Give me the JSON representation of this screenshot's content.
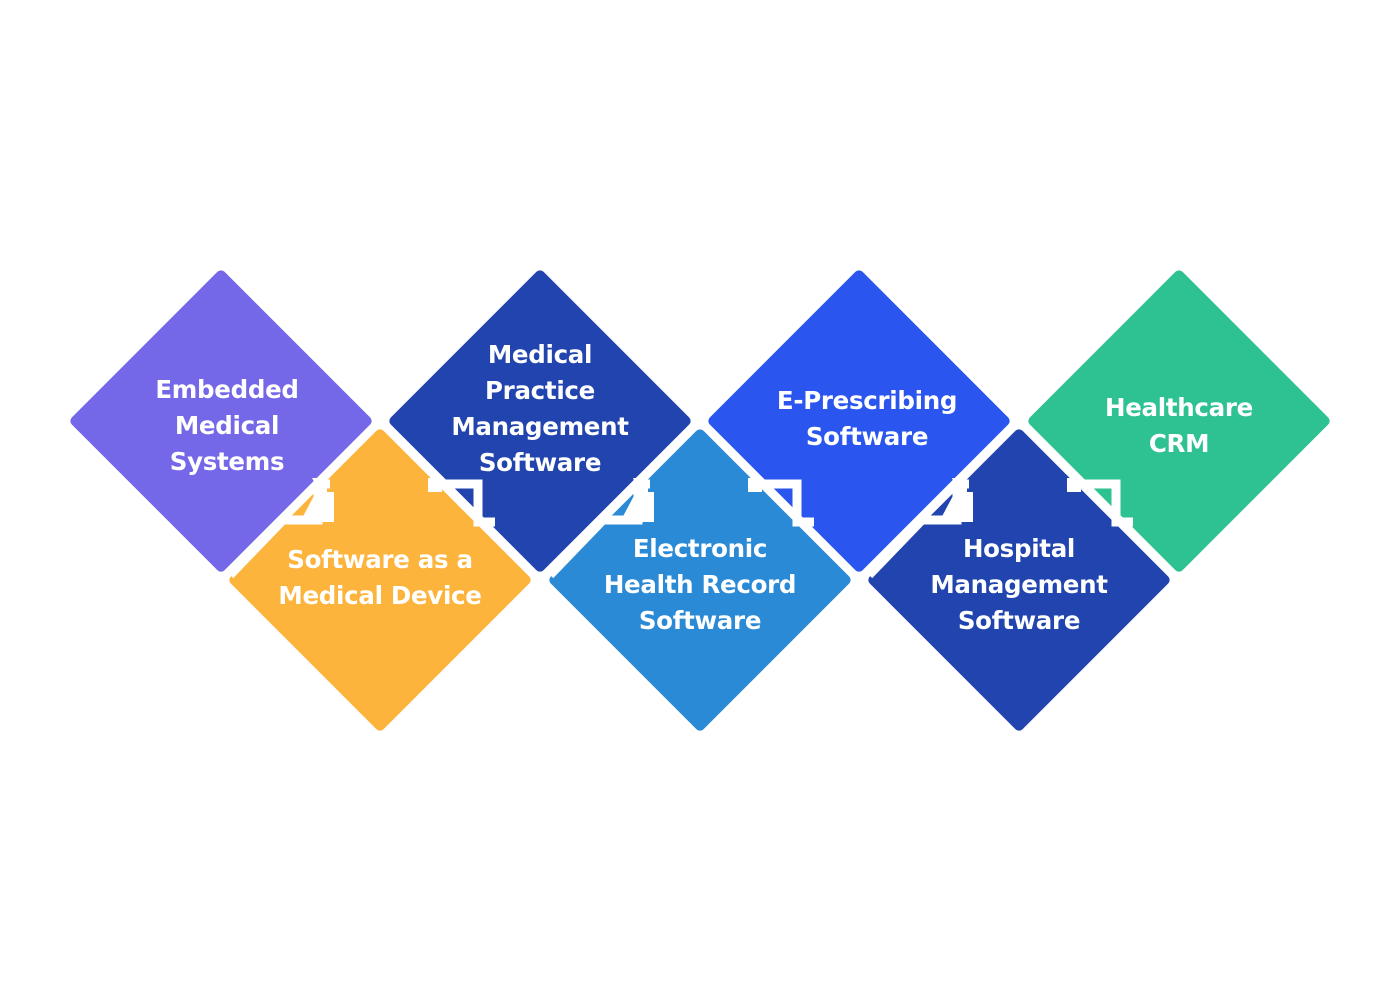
{
  "diagram": {
    "colors": {
      "purple": "#7468E8",
      "orange": "#FDB43C",
      "navy": "#2144AE",
      "sky": "#2B8AD6",
      "blue": "#2A55EE",
      "green": "#2EC293",
      "background": "#FFFFFF"
    },
    "items": [
      {
        "id": "embedded-medical-systems",
        "label": "Embedded\nMedical\nSystems",
        "color": "#7468E8",
        "row": "top"
      },
      {
        "id": "software-as-a-medical-device",
        "label": "Software as a\nMedical Device",
        "color": "#FDB43C",
        "row": "bottom"
      },
      {
        "id": "medical-practice-management-software",
        "label": "Medical\nPractice\nManagement\nSoftware",
        "color": "#2144AE",
        "row": "top"
      },
      {
        "id": "electronic-health-record-software",
        "label": "Electronic\nHealth Record\nSoftware",
        "color": "#2B8AD6",
        "row": "bottom"
      },
      {
        "id": "e-prescribing-software",
        "label": "E-Prescribing\nSoftware",
        "color": "#2A55EE",
        "row": "top"
      },
      {
        "id": "hospital-management-software",
        "label": "Hospital\nManagement\nSoftware",
        "color": "#2144AE",
        "row": "bottom"
      },
      {
        "id": "healthcare-crm",
        "label": "Healthcare\nCRM",
        "color": "#2EC293",
        "row": "top"
      }
    ]
  }
}
